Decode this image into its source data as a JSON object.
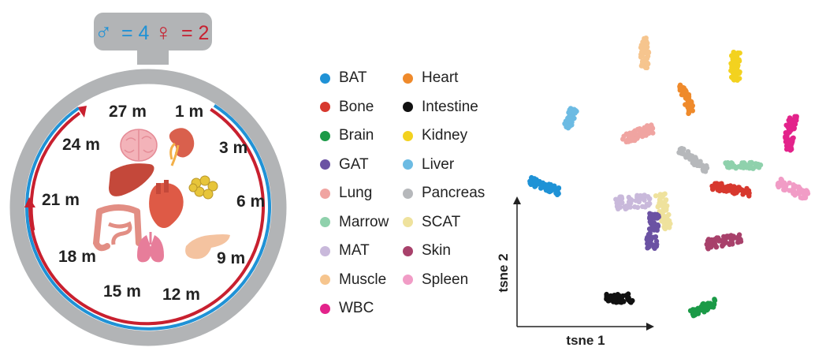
{
  "header": {
    "male_symbol": "♂",
    "male_text": "= 4",
    "female_symbol": "♀",
    "female_text": "= 2",
    "male_color": "#1f92d6",
    "female_color": "#c8202f"
  },
  "timepoints": [
    "1 m",
    "3 m",
    "6 m",
    "9 m",
    "12 m",
    "15 m",
    "18 m",
    "21 m",
    "24 m",
    "27 m"
  ],
  "organ_icons": [
    "brain-icon",
    "kidney-icon",
    "liver-icon",
    "heart-icon",
    "fat-icon",
    "intestine-icon",
    "lung-icon",
    "pancreas-icon"
  ],
  "legend": [
    {
      "label": "BAT",
      "color": "#1f92d6"
    },
    {
      "label": "Bone",
      "color": "#d7382e"
    },
    {
      "label": "Brain",
      "color": "#1b9a47"
    },
    {
      "label": "GAT",
      "color": "#6b52a3"
    },
    {
      "label": "Lung",
      "color": "#f0a4a1"
    },
    {
      "label": "Marrow",
      "color": "#8fd1ac"
    },
    {
      "label": "MAT",
      "color": "#c9b9db"
    },
    {
      "label": "Muscle",
      "color": "#f6c58e"
    },
    {
      "label": "WBC",
      "color": "#e3238b"
    },
    {
      "label": "Heart",
      "color": "#ef8a2b"
    },
    {
      "label": "Intestine",
      "color": "#111111"
    },
    {
      "label": "Kidney",
      "color": "#f3d21f"
    },
    {
      "label": "Liver",
      "color": "#6cbbe3"
    },
    {
      "label": "Pancreas",
      "color": "#b6b8bb"
    },
    {
      "label": "SCAT",
      "color": "#efe29d"
    },
    {
      "label": "Skin",
      "color": "#a8416b"
    },
    {
      "label": "Spleen",
      "color": "#f19cc6"
    }
  ],
  "chart_data": {
    "type": "scatter",
    "xlabel": "tsne 1",
    "ylabel": "tsne 2",
    "clusters": [
      {
        "name": "Muscle",
        "color": "#f6c58e"
      },
      {
        "name": "Kidney",
        "color": "#f3d21f"
      },
      {
        "name": "Heart",
        "color": "#ef8a2b"
      },
      {
        "name": "Liver",
        "color": "#6cbbe3"
      },
      {
        "name": "Lung",
        "color": "#f0a4a1"
      },
      {
        "name": "WBC",
        "color": "#e3238b"
      },
      {
        "name": "Pancreas",
        "color": "#b6b8bb"
      },
      {
        "name": "Marrow",
        "color": "#8fd1ac"
      },
      {
        "name": "BAT",
        "color": "#1f92d6"
      },
      {
        "name": "Bone",
        "color": "#d7382e"
      },
      {
        "name": "Spleen",
        "color": "#f19cc6"
      },
      {
        "name": "MAT",
        "color": "#c9b9db"
      },
      {
        "name": "SCAT",
        "color": "#efe29d"
      },
      {
        "name": "GAT",
        "color": "#6b52a3"
      },
      {
        "name": "Skin",
        "color": "#a8416b"
      },
      {
        "name": "Intestine",
        "color": "#111111"
      },
      {
        "name": "Brain",
        "color": "#1b9a47"
      }
    ]
  }
}
